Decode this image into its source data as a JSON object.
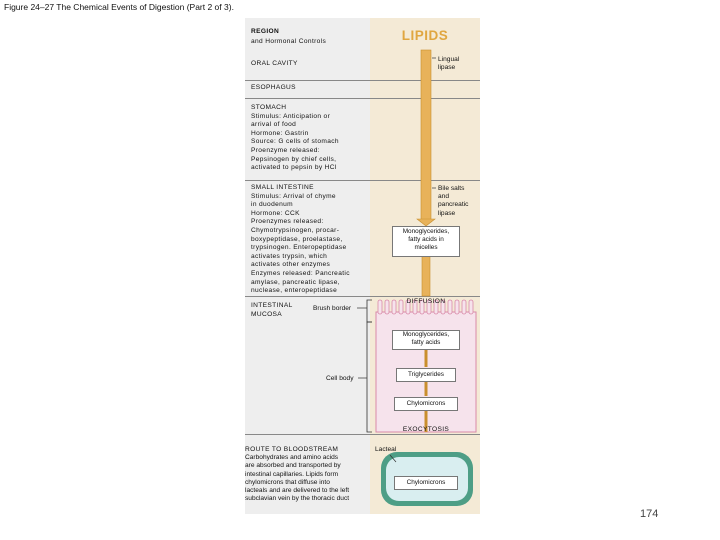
{
  "figure_title": "Figure 24–27 The Chemical Events of Digestion (Part 2 of 3).",
  "header": {
    "region_line1": "REGION",
    "region_line2": "and Hormonal Controls",
    "lipids": "LIPIDS"
  },
  "oral_cavity": {
    "label": "ORAL CAVITY",
    "enzyme": [
      "Lingual",
      "lipase"
    ]
  },
  "esophagus": {
    "label": "ESOPHAGUS"
  },
  "stomach": {
    "lines": [
      "STOMACH",
      "Stimulus: Anticipation or",
      "   arrival of food",
      "Hormone: Gastrin",
      "Source: G cells of stomach",
      "Proenzyme released:",
      "   Pepsinogen by chief cells,",
      "   activated to pepsin by HCl"
    ]
  },
  "small_intestine": {
    "lines": [
      "SMALL INTESTINE",
      "Stimulus: Arrival of chyme",
      "   in duodenum",
      "Hormone: CCK",
      "Proenzymes released:",
      "   Chymotrypsinogen, procar-",
      "   boxypeptidase, proelastase,",
      "   trypsinogen. Enteropeptidase",
      "   activates trypsin, which",
      "   activates other enzymes",
      "Enzymes released: Pancreatic",
      "   amylase, pancreatic lipase,",
      "   nuclease, enteropeptidase"
    ],
    "agents": [
      "Bile salts",
      "and",
      "pancreatic",
      "lipase"
    ],
    "product": [
      "Monoglycerides,",
      "fatty acids in",
      "micelles"
    ]
  },
  "diffusion_label": "DIFFUSION",
  "intestinal_mucosa": {
    "label_line1": "INTESTINAL",
    "label_line2": "MUCOSA",
    "brush_border": "Brush border",
    "cell_body": "Cell body",
    "monoglycerides": [
      "Monoglycerides,",
      "fatty acids"
    ],
    "triglycerides": "Triglycerides",
    "chylomicrons": "Chylomicrons"
  },
  "exocytosis_label": "EXOCYTOSIS",
  "bloodstream": {
    "lines": [
      "ROUTE TO BLOODSTREAM",
      "Carbohydrates and amino acids",
      "are absorbed and transported by",
      "intestinal capillaries. Lipids form",
      "chylomicrons that diffuse into",
      "lacteals and are delivered to the left",
      "subclavian vein by the thoracic duct"
    ],
    "lacteal_label": "Lacteal",
    "chylomicrons": "Chylomicrons"
  },
  "page_number": "174",
  "colors": {
    "arrow": "#e8b25a",
    "arrow_edge": "#c98f2e",
    "cell_fill": "#f6e3ec",
    "cell_edge": "#d98aa8",
    "lacteal_outer": "#4e9e86",
    "lacteal_inner": "#d9eef0"
  }
}
